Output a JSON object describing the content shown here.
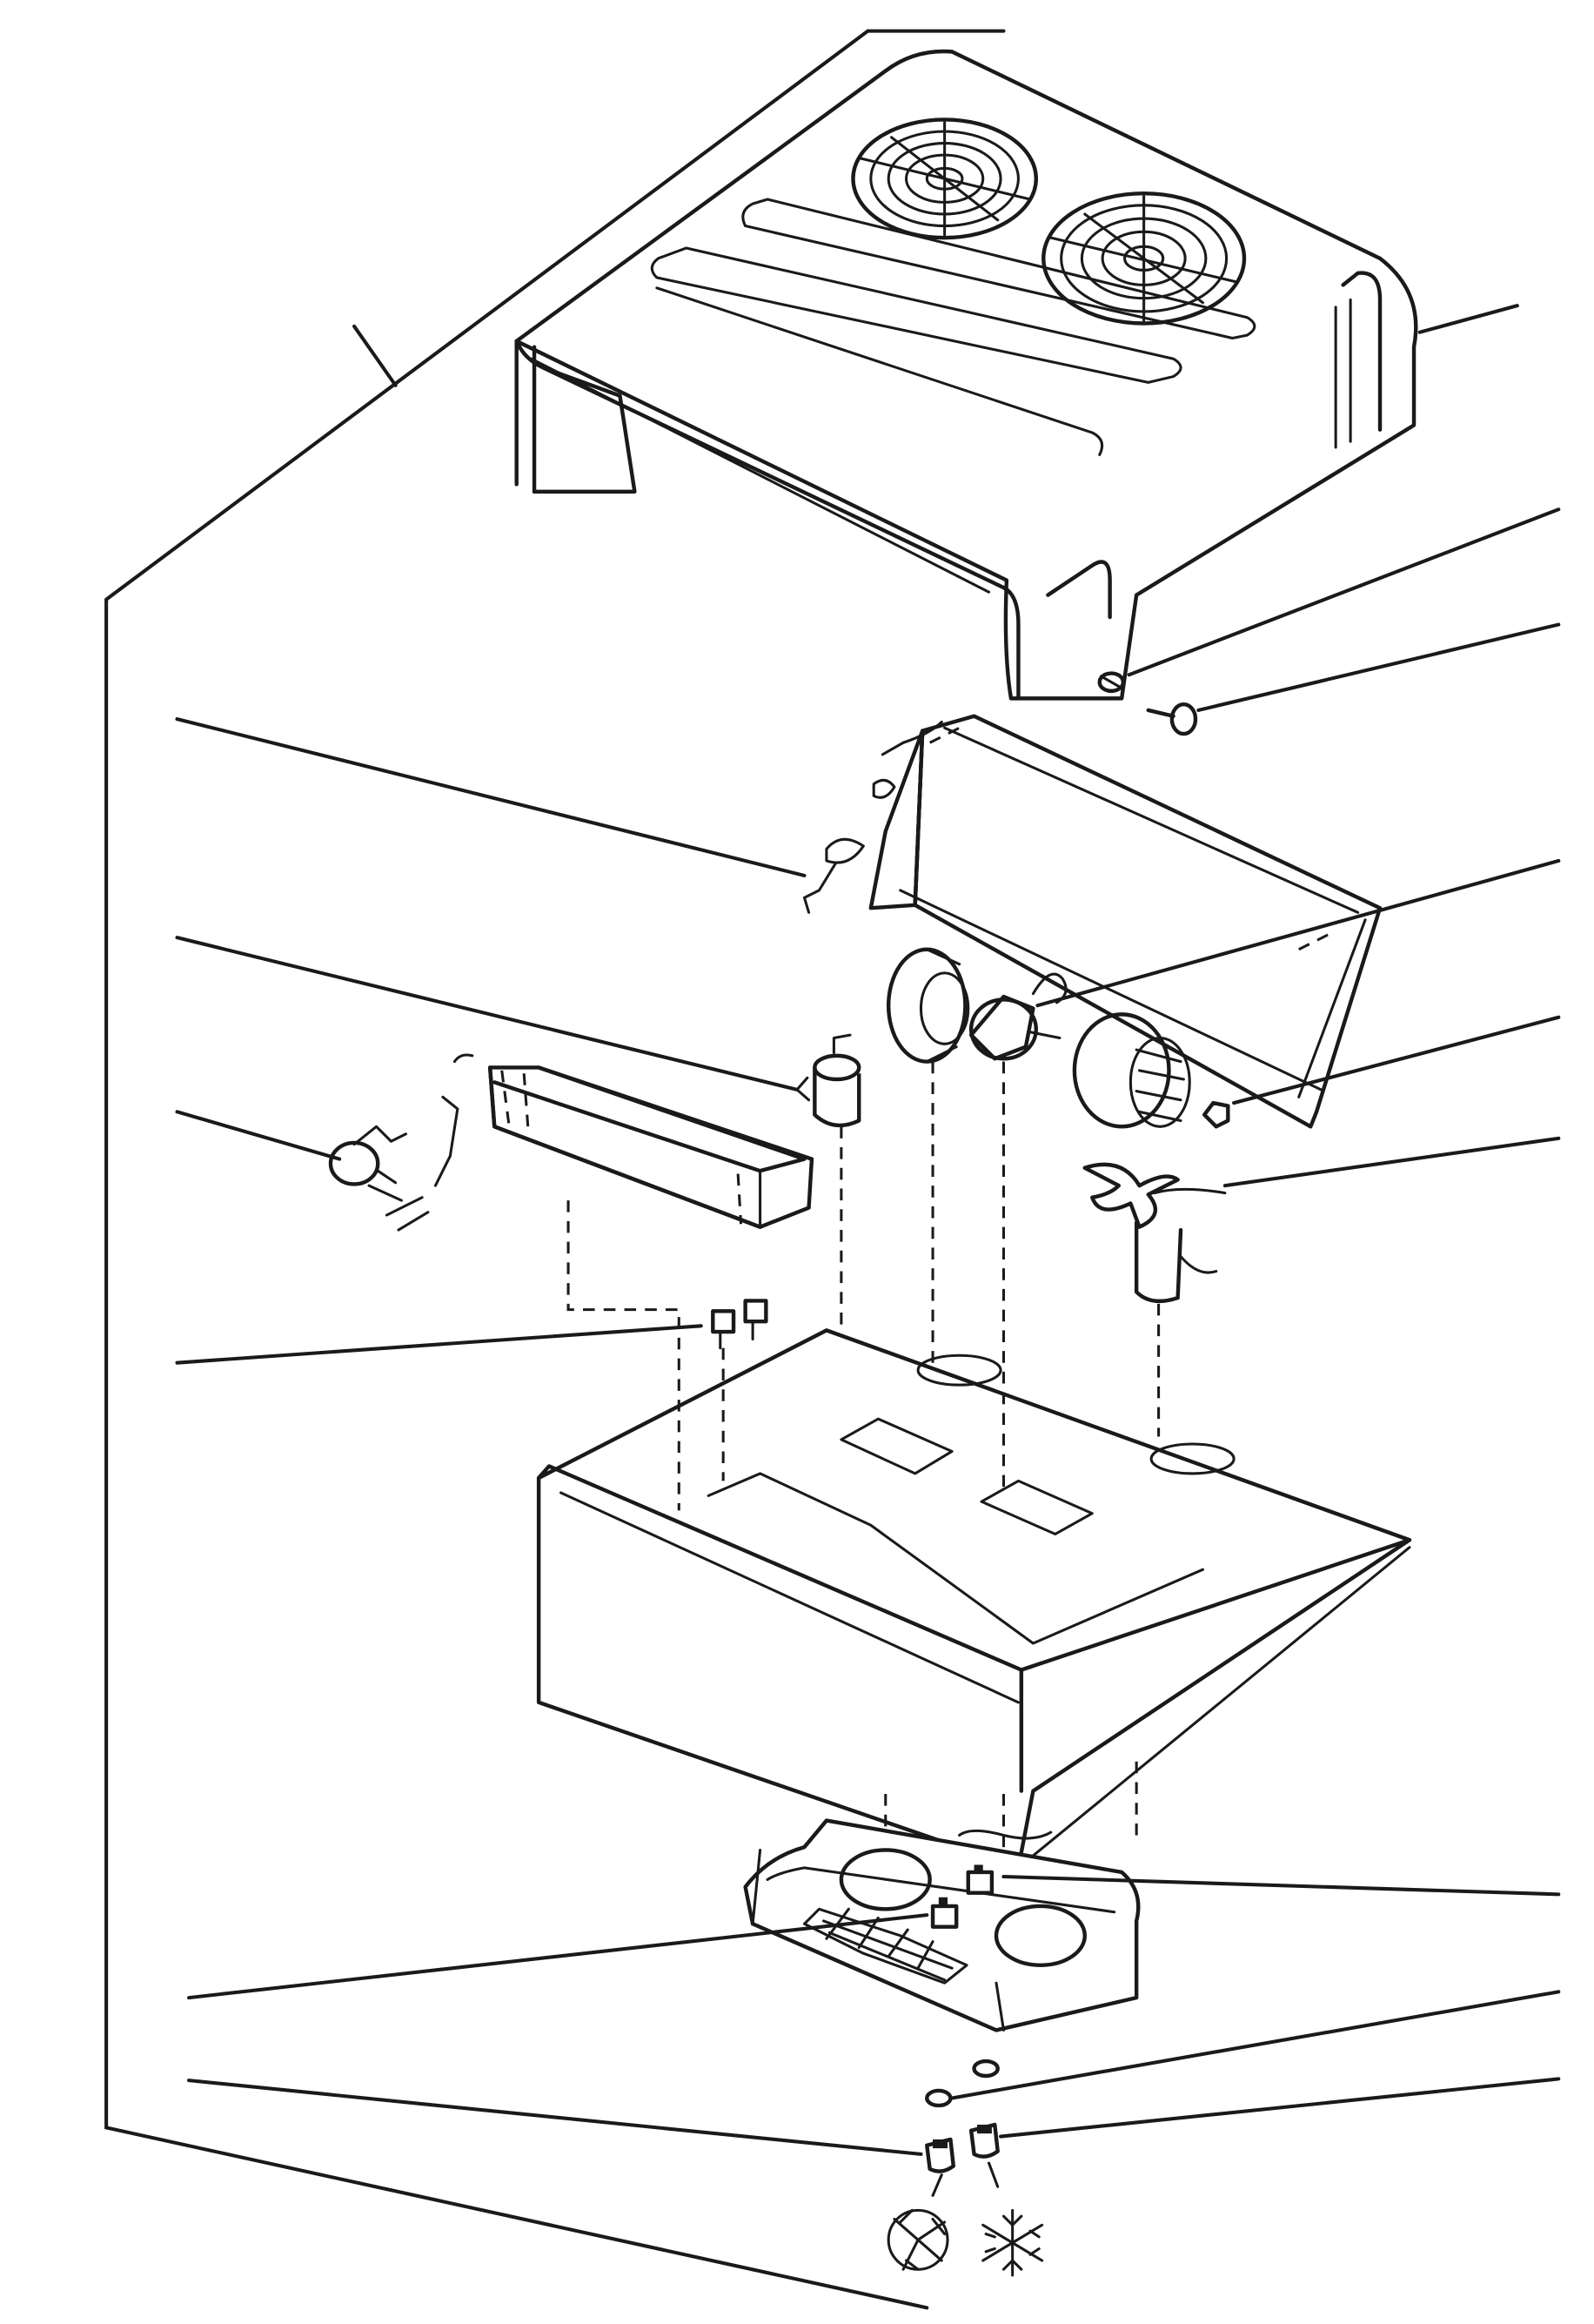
{
  "diagram": {
    "kind": "exploded-parts-view",
    "subject": "air-conditioner-unit",
    "parts": [
      {
        "id": "top-cover",
        "icon": "shroud-with-two-fan-grilles"
      },
      {
        "id": "fan-grille-left",
        "icon": "circular-grille"
      },
      {
        "id": "fan-grille-right",
        "icon": "circular-grille"
      },
      {
        "id": "clip",
        "icon": "clip"
      },
      {
        "id": "screw",
        "icon": "screw"
      },
      {
        "id": "blower-housing",
        "icon": "housing-box"
      },
      {
        "id": "wire-harness",
        "icon": "wire-harness"
      },
      {
        "id": "blower-wheel-left",
        "icon": "blower-wheel"
      },
      {
        "id": "blower-motor",
        "icon": "motor"
      },
      {
        "id": "blower-wheel-right",
        "icon": "blower-wheel"
      },
      {
        "id": "nut",
        "icon": "nut"
      },
      {
        "id": "condenser-fan",
        "icon": "fan-blade-with-motor"
      },
      {
        "id": "capacitor",
        "icon": "capacitor"
      },
      {
        "id": "evaporator-coil",
        "icon": "coil"
      },
      {
        "id": "thermostat-bulb",
        "icon": "sensor-bulb"
      },
      {
        "id": "connectors",
        "icon": "connector-pair"
      },
      {
        "id": "base-pan",
        "icon": "base-pan"
      },
      {
        "id": "ceiling-grille",
        "icon": "ceiling-assembly"
      },
      {
        "id": "switch-upper",
        "icon": "switch"
      },
      {
        "id": "switch-lower",
        "icon": "switch"
      },
      {
        "id": "knob-shaft-spacer",
        "icon": "spacer"
      },
      {
        "id": "knob-fan",
        "icon": "knob"
      },
      {
        "id": "knob-cool",
        "icon": "knob"
      },
      {
        "id": "fan-symbol",
        "icon": "fan-symbol-icon"
      },
      {
        "id": "snowflake-symbol",
        "icon": "snowflake-icon"
      }
    ],
    "leader_count": 14,
    "colors": {
      "ink": "#1a1a1a",
      "paper": "#ffffff"
    }
  }
}
